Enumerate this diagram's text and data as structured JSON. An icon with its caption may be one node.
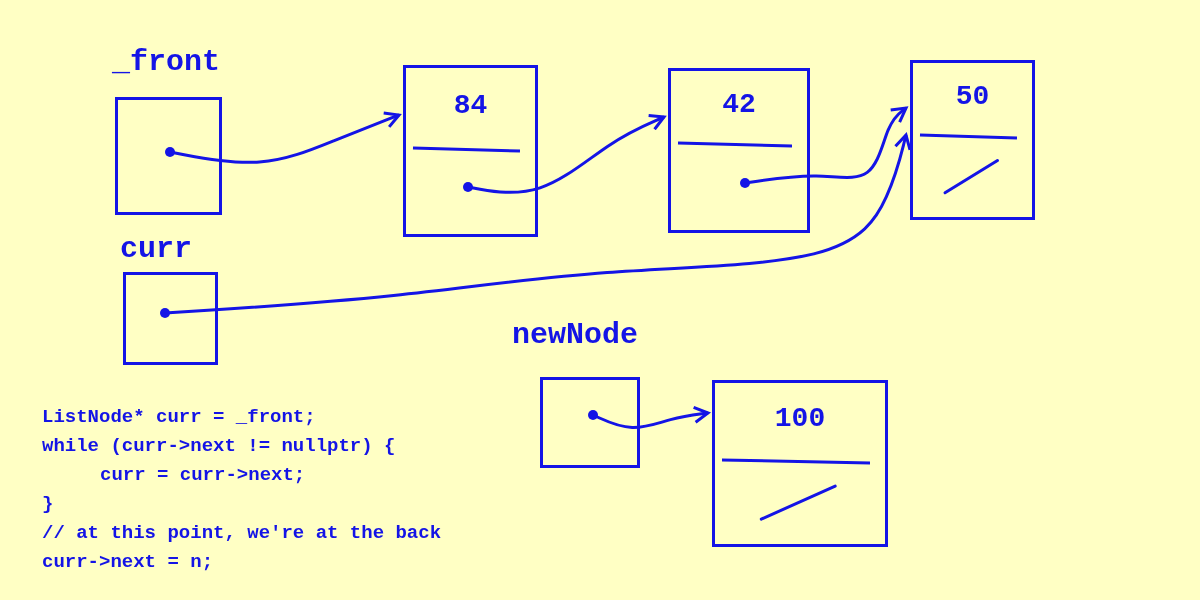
{
  "diagram": {
    "nodes": [
      {
        "text": [
          "_front"
        ]
      },
      {
        "text": [
          "84"
        ]
      },
      {
        "text": [
          "42"
        ]
      },
      {
        "text": [
          "50"
        ]
      },
      {
        "text": [
          "curr"
        ]
      },
      {
        "text": [
          "newNode"
        ]
      },
      {
        "text": [
          "100"
        ]
      }
    ],
    "edges": [
      {
        "from": 0,
        "to": 1,
        "arrow": "to"
      },
      {
        "from": 1,
        "to": 2,
        "arrow": "to"
      },
      {
        "from": 2,
        "to": 3,
        "arrow": "to"
      },
      {
        "from": 4,
        "to": 3,
        "arrow": "to"
      },
      {
        "from": 5,
        "to": 6,
        "arrow": "to"
      }
    ],
    "labels": [
      "ListNode* curr = _front;",
      "while (curr->next != nullptr) {",
      "curr = curr->next;",
      "}",
      "// at this point, we're at the back",
      "curr->next = n;"
    ]
  }
}
